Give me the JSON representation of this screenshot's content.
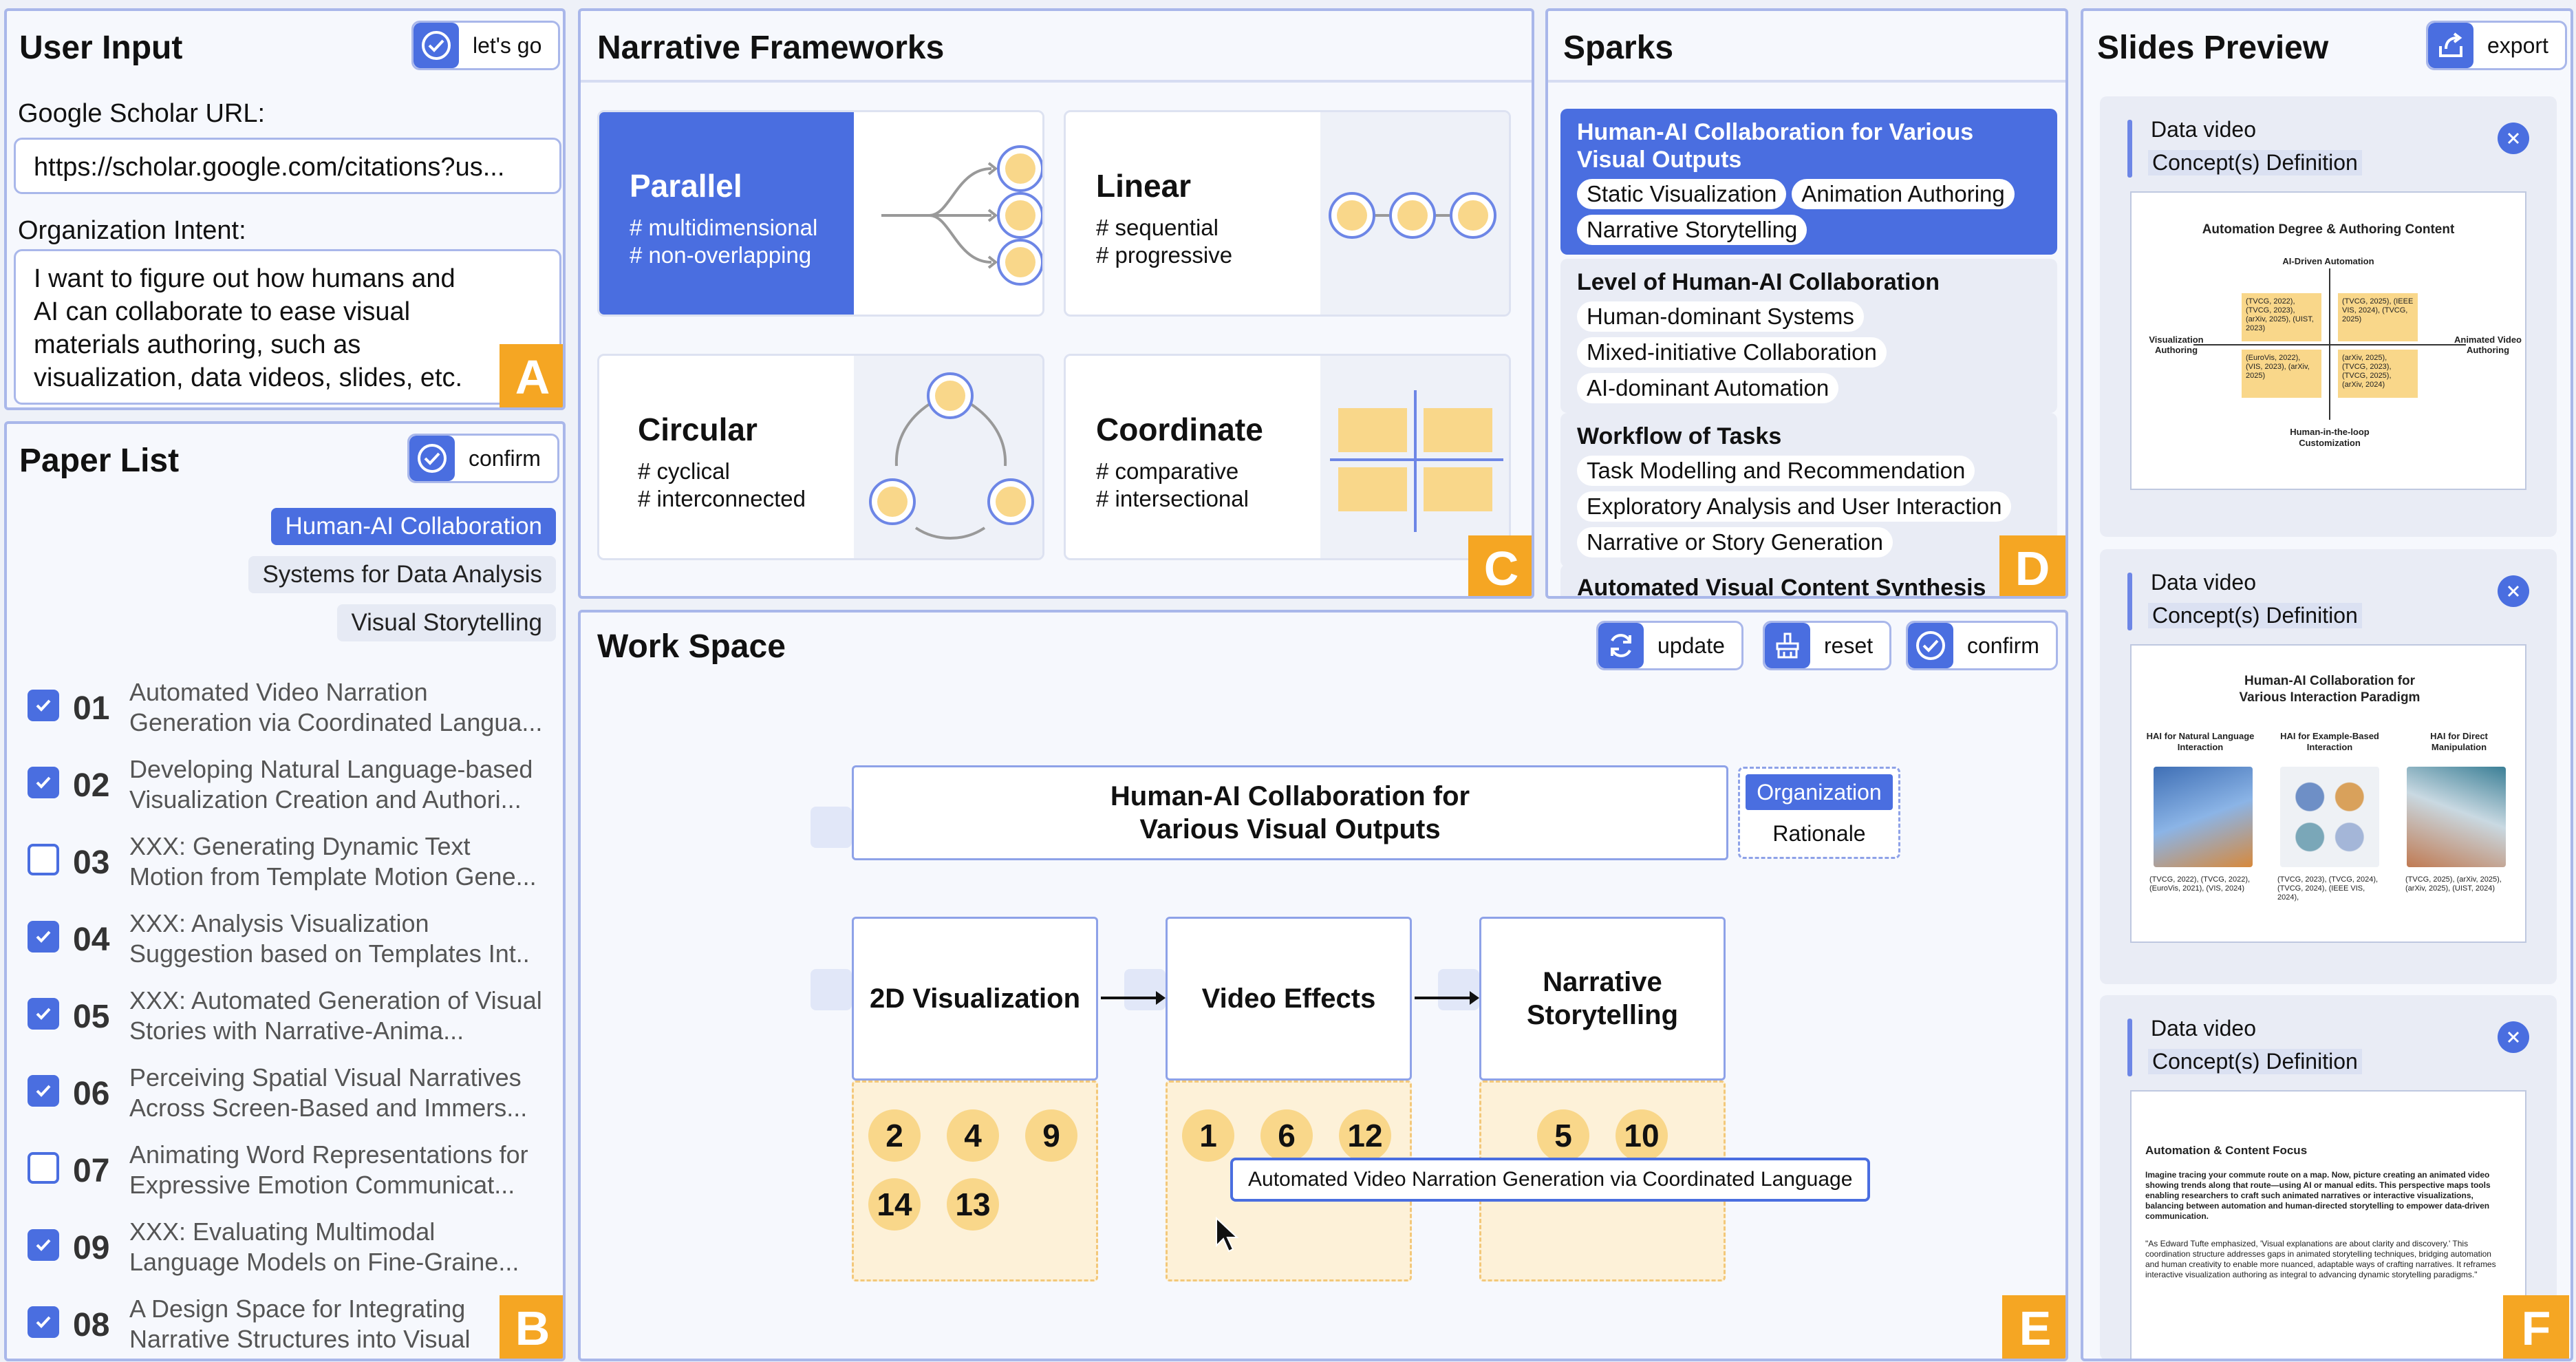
{
  "user_input": {
    "title": "User Input",
    "go_label": "let's go",
    "scholar_label": "Google Scholar URL:",
    "scholar_value": "https://scholar.google.com/citations?us...",
    "intent_label": "Organization Intent:",
    "intent_value": "I want to figure out how humans and AI can collaborate to ease visual materials authoring, such as visualization, data videos, slides, etc.",
    "marker": "A"
  },
  "paper_list": {
    "title": "Paper List",
    "confirm_label": "confirm",
    "tags": [
      "Human-AI Collaboration",
      "Systems for Data Analysis",
      "Visual Storytelling"
    ],
    "papers": [
      {
        "num": "01",
        "checked": true,
        "line1": "Automated Video Narration",
        "line2": "Generation via Coordinated Langua..."
      },
      {
        "num": "02",
        "checked": true,
        "line1": "Developing Natural Language-based",
        "line2": "Visualization Creation and Authori..."
      },
      {
        "num": "03",
        "checked": false,
        "line1": "XXX: Generating Dynamic Text",
        "line2": "Motion from Template Motion Gene..."
      },
      {
        "num": "04",
        "checked": true,
        "line1": "XXX: Analysis Visualization",
        "line2": "Suggestion based on Templates Int.."
      },
      {
        "num": "05",
        "checked": true,
        "line1": "XXX: Automated Generation of Visual",
        "line2": "Stories with Narrative-Anima..."
      },
      {
        "num": "06",
        "checked": true,
        "line1": "Perceiving Spatial Visual Narratives",
        "line2": "Across Screen-Based and Immers..."
      },
      {
        "num": "07",
        "checked": false,
        "line1": "Animating Word Representations for",
        "line2": "Expressive Emotion Communicat..."
      },
      {
        "num": "09",
        "checked": true,
        "line1": "XXX: Evaluating Multimodal",
        "line2": "Language Models on Fine-Graine..."
      },
      {
        "num": "08",
        "checked": true,
        "line1": "A Design Space for Integrating",
        "line2": "Narrative Structures into Visual"
      }
    ],
    "marker": "B"
  },
  "narrative": {
    "title": "Narrative Frameworks",
    "frameworks": [
      {
        "name": "Parallel",
        "sub1": "# multidimensional",
        "sub2": "# non-overlapping"
      },
      {
        "name": "Linear",
        "sub1": "# sequential",
        "sub2": "# progressive"
      },
      {
        "name": "Circular",
        "sub1": "# cyclical",
        "sub2": "# interconnected"
      },
      {
        "name": "Coordinate",
        "sub1": "# comparative",
        "sub2": "# intersectional"
      }
    ],
    "marker": "C"
  },
  "sparks": {
    "title": "Sparks",
    "groups": [
      {
        "title": "Human-AI Collaboration for Various Visual Outputs",
        "items": [
          "Static Visualization",
          "Animation Authoring",
          "Narrative Storytelling"
        ]
      },
      {
        "title": "Level of Human-AI Collaboration",
        "items": [
          "Human-dominant Systems",
          "Mixed-initiative Collaboration",
          "AI-dominant Automation"
        ]
      },
      {
        "title": "Workflow of Tasks",
        "items": [
          "Task Modelling and Recommendation",
          "Exploratory Analysis and User Interaction",
          "Narrative or Story Generation"
        ]
      },
      {
        "title": "Automated Visual Content Synthesis",
        "items": []
      }
    ],
    "marker": "D"
  },
  "workspace": {
    "title": "Work Space",
    "update_label": "update",
    "reset_label": "reset",
    "confirm_label": "confirm",
    "main_node": "Human-AI Collaboration for Various Visual Outputs",
    "toggle_organization": "Organization",
    "toggle_rationale": "Rationale",
    "nodes": [
      {
        "label": "2D Visualization",
        "balls": [
          "2",
          "4",
          "9",
          "14",
          "13"
        ]
      },
      {
        "label": "Video Effects",
        "balls": [
          "1",
          "6",
          "12"
        ]
      },
      {
        "label": "Narrative Storytelling",
        "balls": [
          "5",
          "10"
        ]
      }
    ],
    "tooltip": "Automated Video Narration Generation via Coordinated Language",
    "marker": "E"
  },
  "slides": {
    "title": "Slides Preview",
    "export_label": "export",
    "cards": [
      {
        "kind": "Data video",
        "concept": "Concept(s) Definition",
        "page_title": "Automation Degree & Authoring Content",
        "top_axis": "AI-Driven Automation",
        "bottom_axis": "Human-in-the-loop Customization",
        "left_axis": "Visualization Authoring",
        "right_axis": "Animated Video Authoring",
        "quadrants": [
          "(TVCG, 2022), (TVCG, 2023), (arXiv, 2025), (UIST, 2023)",
          "(TVCG, 2025), (IEEE VIS, 2024), (TVCG, 2025)",
          "(EuroVis, 2022), (VIS, 2023), (arXiv, 2025)",
          "(arXiv, 2025), (TVCG, 2023), (TVCG, 2025), (arXiv, 2024)"
        ]
      },
      {
        "kind": "Data video",
        "concept": "Concept(s) Definition",
        "page_title": "Human-AI Collaboration for Various Interaction Paradigm",
        "columns": [
          "HAI for Natural Language Interaction",
          "HAI for Example-Based Interaction",
          "HAI for Direct Manipulation"
        ],
        "refs": [
          "(TVCG, 2022), (TVCG, 2022), (EuroVis, 2021), (VIS, 2024)",
          "(TVCG, 2023), (TVCG, 2024), (TVCG, 2024), (IEEE VIS, 2024),",
          "(TVCG, 2025), (arXiv, 2025), (arXiv, 2025), (UIST, 2024)"
        ]
      },
      {
        "kind": "Data video",
        "concept": "Concept(s) Definition",
        "page_title": "Automation & Content Focus",
        "para1": "Imagine tracing your commute route on a map. Now, picture creating an animated video showing trends along that route—using AI or manual edits. This perspective maps tools enabling researchers to craft such animated narratives or interactive visualizations, balancing between automation and human-directed storytelling to empower data-driven communication.",
        "para2": "\"As Edward Tufte emphasized, 'Visual explanations are about clarity and discovery.' This coordination structure addresses gaps in animated storytelling techniques, bridging automation and human creativity to enable more nuanced, adaptable ways of crafting narratives. It reframes interactive visualization authoring as integral to advancing dynamic storytelling paradigms.\""
      }
    ],
    "marker": "F"
  },
  "colors": {
    "accent": "#4a6ee0",
    "marker": "#f5a623",
    "ball": "#f9d78a",
    "panel_border": "#a9b7ea"
  },
  "icons": [
    "check-circle-icon",
    "refresh-icon",
    "broom-icon",
    "export-icon",
    "close-icon",
    "cursor-icon"
  ]
}
